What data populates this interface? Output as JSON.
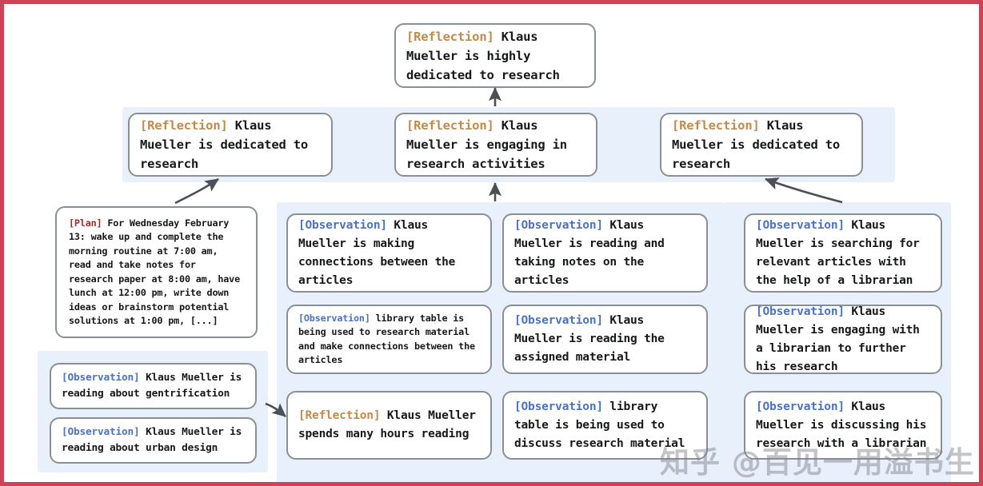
{
  "figure": {
    "border_color": "#ce4257",
    "band_color": "#e8f0fb",
    "node_border_color": "#8a8f94",
    "tag_colors": {
      "reflection": "#c38a4a",
      "observation": "#4a72c8",
      "plan": "#a32b2b"
    }
  },
  "watermark": {
    "text": "知乎 @百见一用溢书生"
  },
  "top_node": {
    "tag": "[Reflection]",
    "text": " Klaus Mueller is highly dedicated to research"
  },
  "reflection_row": [
    {
      "tag": "[Reflection]",
      "text": " Klaus Mueller is dedicated to research"
    },
    {
      "tag": "[Reflection]",
      "text": " Klaus Mueller is engaging in research activities"
    },
    {
      "tag": "[Reflection]",
      "text": " Klaus Mueller is dedicated to research"
    }
  ],
  "plan_node": {
    "tag": "[Plan]",
    "text": " For Wednesday February 13: wake up and complete the morning routine at 7:00 am, read and take notes for research paper at 8:00 am, have lunch at 12:00 pm, write down ideas or brainstorm potential solutions at 1:00 pm, [...]"
  },
  "bottom_left_observations": [
    {
      "tag": "[Observation]",
      "text": " Klaus Mueller is reading about gentrification"
    },
    {
      "tag": "[Observation]",
      "text": " Klaus Mueller is reading about urban design"
    }
  ],
  "column_left": [
    {
      "tag": "[Observation]",
      "text": " Klaus Mueller is making connections between the articles"
    },
    {
      "tag": "[Observation]",
      "text": " library table is being used to research material and make connections between the articles"
    },
    {
      "tag": "[Reflection]",
      "text": " Klaus Mueller spends many hours reading"
    }
  ],
  "column_middle": [
    {
      "tag": "[Observation]",
      "text": " Klaus Mueller is reading and taking notes on the articles"
    },
    {
      "tag": "[Observation]",
      "text": " Klaus Mueller is reading the assigned material"
    },
    {
      "tag": "[Observation]",
      "text": " library table is being used to discuss research material"
    }
  ],
  "column_right": [
    {
      "tag": "[Observation]",
      "text": " Klaus Mueller is searching for relevant articles with the help of a librarian"
    },
    {
      "tag": "[Observation]",
      "text": " Klaus Mueller is engaging with a librarian to further his research"
    },
    {
      "tag": "[Observation]",
      "text": " Klaus Mueller is discussing his research with a librarian"
    }
  ]
}
